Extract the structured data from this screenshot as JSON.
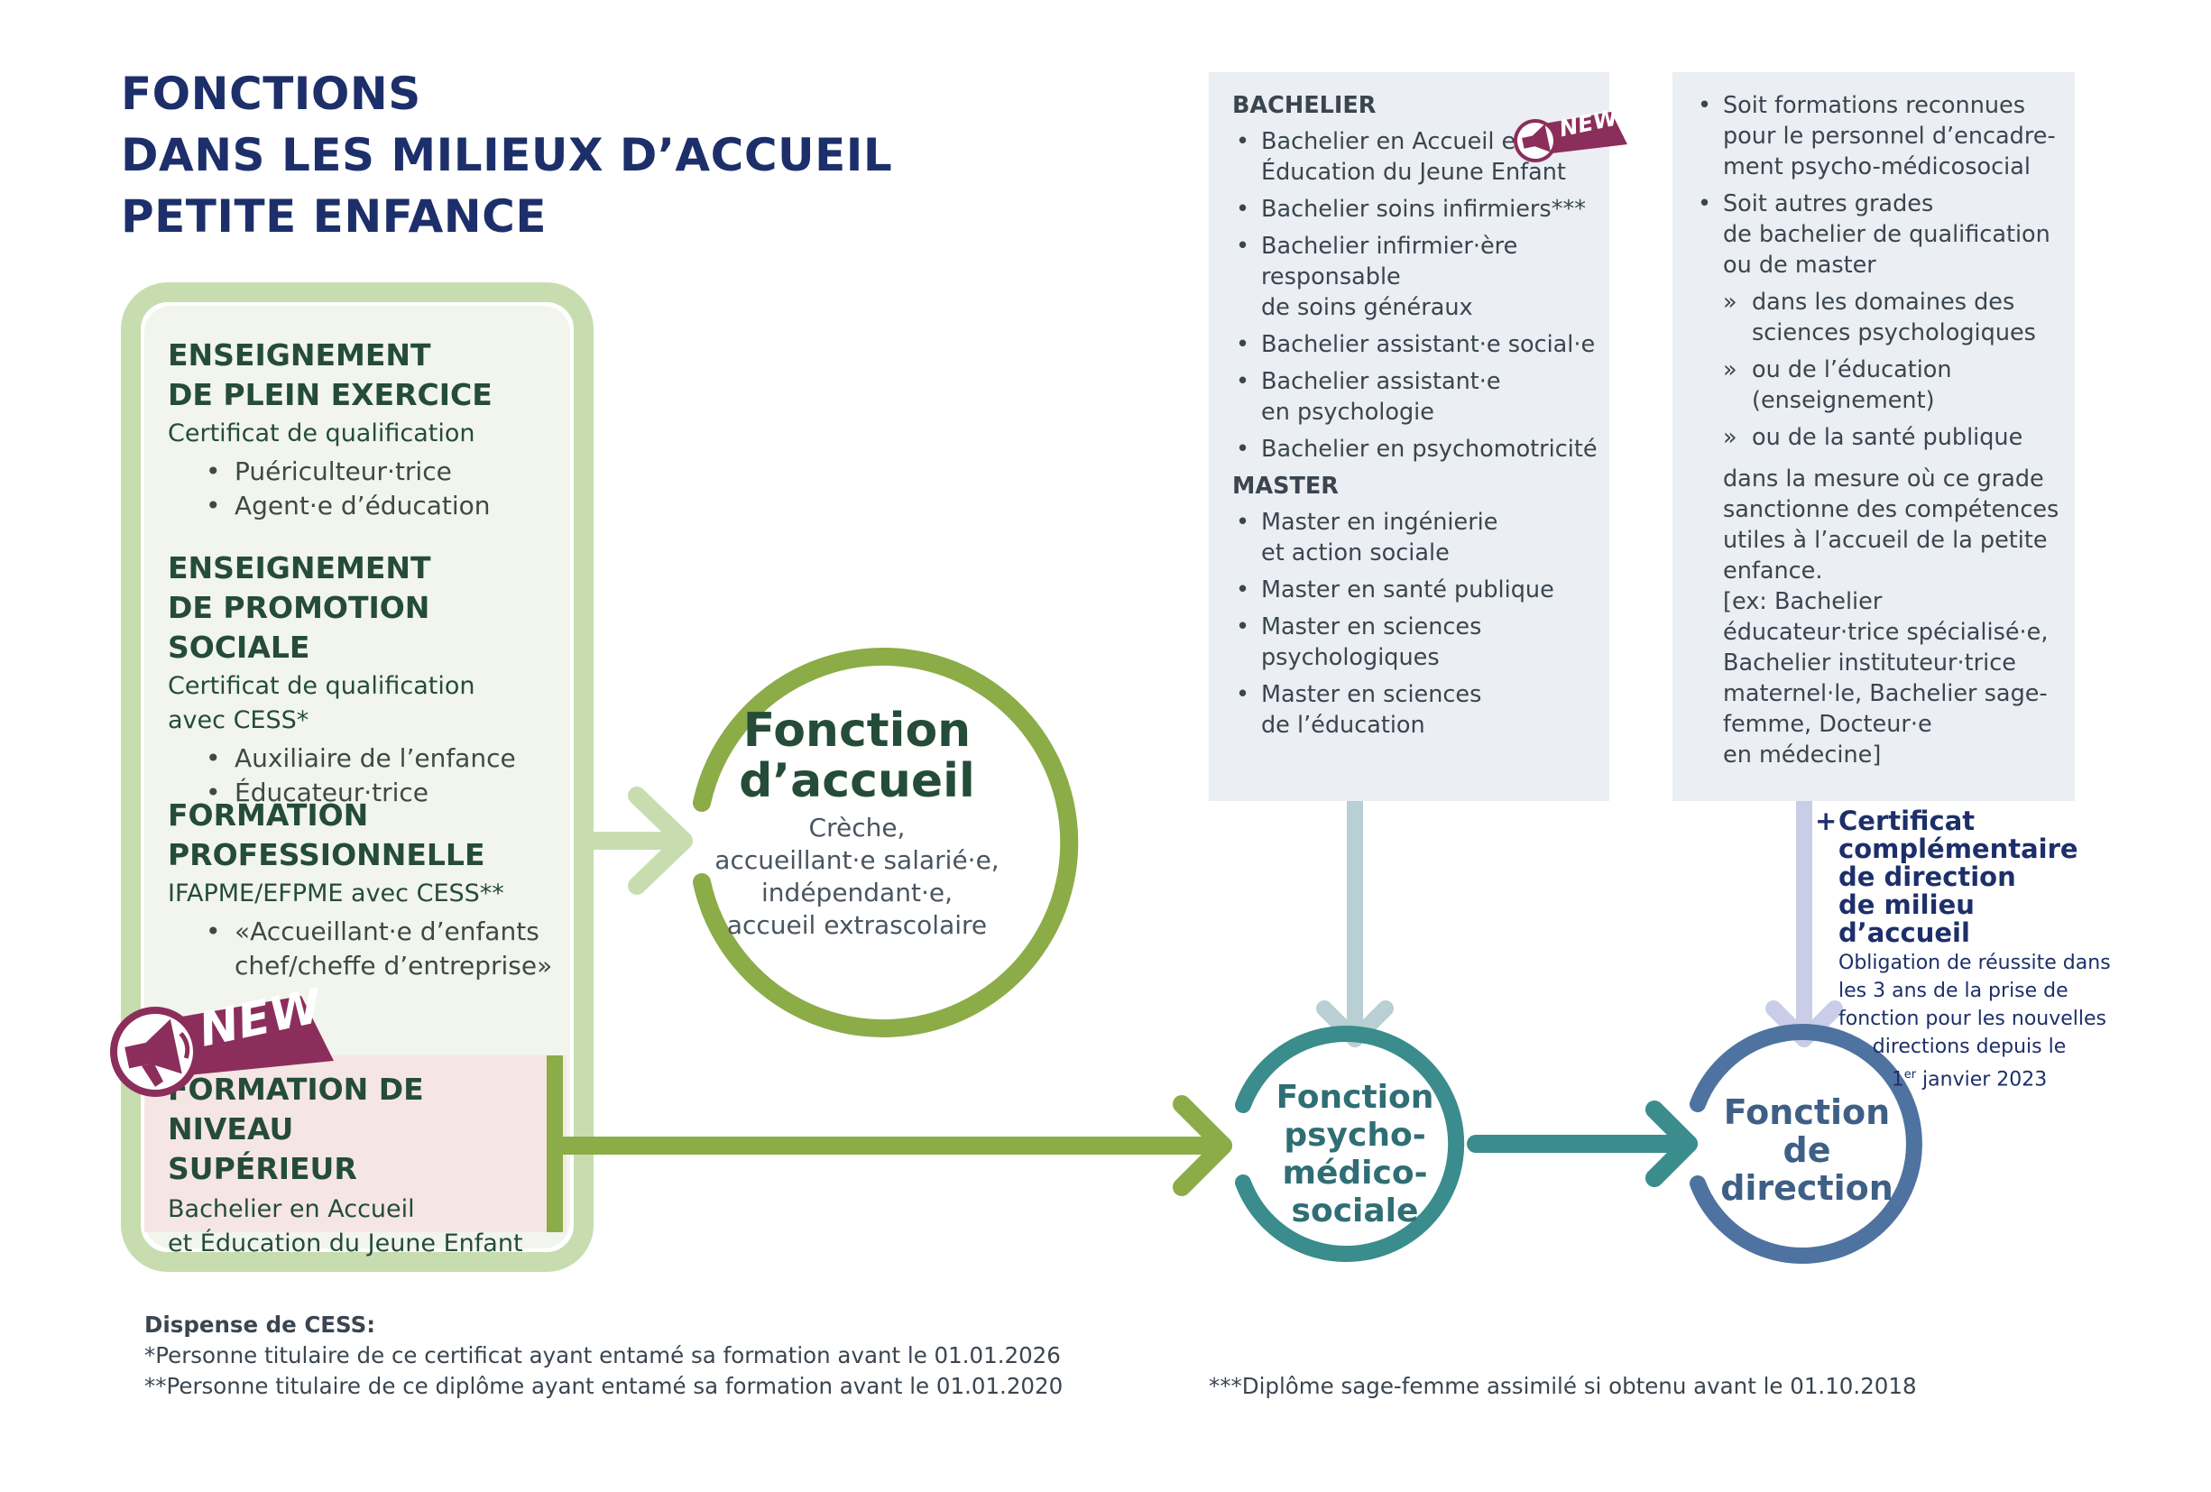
{
  "title": {
    "line1": "FONCTIONS",
    "line2": "DANS LES MILIEUX D’ACCUEIL",
    "line3": "PETITE ENFANCE"
  },
  "badge_label": "NEW",
  "left_panel": {
    "sections": [
      {
        "heading_line1": "ENSEIGNEMENT",
        "heading_line2": "DE PLEIN EXERCICE",
        "subtitle": "Certificat de qualification",
        "items": [
          "Puériculteur·trice",
          "Agent·e d’éducation"
        ]
      },
      {
        "heading_line1": "ENSEIGNEMENT",
        "heading_line2": "DE PROMOTION SOCIALE",
        "subtitle_line1": "Certificat de qualification",
        "subtitle_line2": "avec CESS*",
        "items": [
          "Auxiliaire de l’enfance",
          "Éducateur·trice"
        ]
      },
      {
        "heading_line1": "FORMATION",
        "heading_line2": "PROFESSIONNELLE",
        "subtitle": "IFAPME/EFPME avec CESS**",
        "item_line1": "«Accueillant·e d’enfants",
        "item_line2": "chef/cheffe d’entreprise»"
      },
      {
        "heading_line1": "FORMATION DE NIVEAU",
        "heading_line2": "SUPÉRIEUR",
        "subtitle_line1": "Bachelier en Accueil",
        "subtitle_line2": "et Éducation du Jeune Enfant"
      }
    ]
  },
  "circles": {
    "accueil": {
      "title_line1": "Fonction",
      "title_line2": "d’accueil",
      "sub_line1": "Crèche,",
      "sub_line2": "accueillant·e salarié·e,",
      "sub_line3": "indépendant·e,",
      "sub_line4": "accueil extrascolaire"
    },
    "psycho": {
      "line1": "Fonction",
      "line2": "psycho-",
      "line3": "médico-",
      "line4": "sociale"
    },
    "direction": {
      "line1": "Fonction",
      "line2": "de",
      "line3": "direction"
    }
  },
  "panel_middle": {
    "bachelier_heading": "BACHELIER",
    "bachelier_items": [
      [
        "Bachelier en Accueil et",
        "Éducation du Jeune Enfant"
      ],
      [
        "Bachelier soins infirmiers***"
      ],
      [
        "Bachelier infirmier·ère",
        "responsable",
        "de soins généraux"
      ],
      [
        "Bachelier assistant·e social·e"
      ],
      [
        "Bachelier assistant·e",
        "en psychologie"
      ],
      [
        "Bachelier en psychomotricité"
      ]
    ],
    "master_heading": "MASTER",
    "master_items": [
      [
        "Master en ingénierie",
        "et action sociale"
      ],
      [
        "Master en santé publique"
      ],
      [
        "Master en sciences",
        "psychologiques"
      ],
      [
        "Master en sciences",
        "de l’éducation"
      ]
    ]
  },
  "panel_right": {
    "items": [
      [
        "Soit formations reconnues",
        "pour le personnel d’encadre-",
        "ment psycho-médicosocial"
      ],
      [
        "Soit autres grades",
        "de bachelier de qualification",
        "ou de master"
      ]
    ],
    "sub_items": [
      [
        "dans les domaines des",
        "sciences psychologiques"
      ],
      [
        "ou de l’éducation",
        "(enseignement)"
      ],
      [
        "ou de la santé publique"
      ]
    ],
    "closing": [
      "dans la mesure où ce grade",
      "sanctionne des compétences",
      "utiles à l’accueil de la petite",
      "enfance.",
      "[ex: Bachelier",
      "éducateur·trice spécialisé·e,",
      "Bachelier instituteur·trice",
      "maternel·le, Bachelier sage-",
      "femme, Docteur·e",
      "en médecine]"
    ]
  },
  "certificate": {
    "plus": "+",
    "heading": [
      "Certificat",
      "complémentaire",
      "de direction",
      "de milieu",
      "d’accueil"
    ],
    "note_line1": "Obligation de réussite dans",
    "note_line2": "les 3 ans de la prise de",
    "note_line3": "fonction pour les nouvelles",
    "note_line4": "directions depuis le",
    "note_day": "1",
    "note_sup": "er",
    "note_rest": " janvier 2023"
  },
  "footnotes": {
    "heading": "Dispense de CESS:",
    "line1": "*Personne titulaire de ce certificat ayant entamé sa formation avant le 01.01.2026",
    "line2": "**Personne titulaire de ce diplôme ayant entamé sa formation avant le 01.01.2020",
    "line3": "***Diplôme sage-femme assimilé si obtenu avant le 01.10.2018"
  },
  "colors": {
    "title": "#1d2f6a",
    "green_light": "#c7ddb0",
    "green": "#8bac47",
    "green_dark": "#244c38",
    "teal": "#3b8c8c",
    "teal_light": "#b8cfd3",
    "blue": "#4f73a0",
    "lavender": "#c9cde8",
    "badge": "#8c2e5b",
    "panel_grey": "#ebeef2",
    "pink_bg": "#f5e6e4"
  }
}
